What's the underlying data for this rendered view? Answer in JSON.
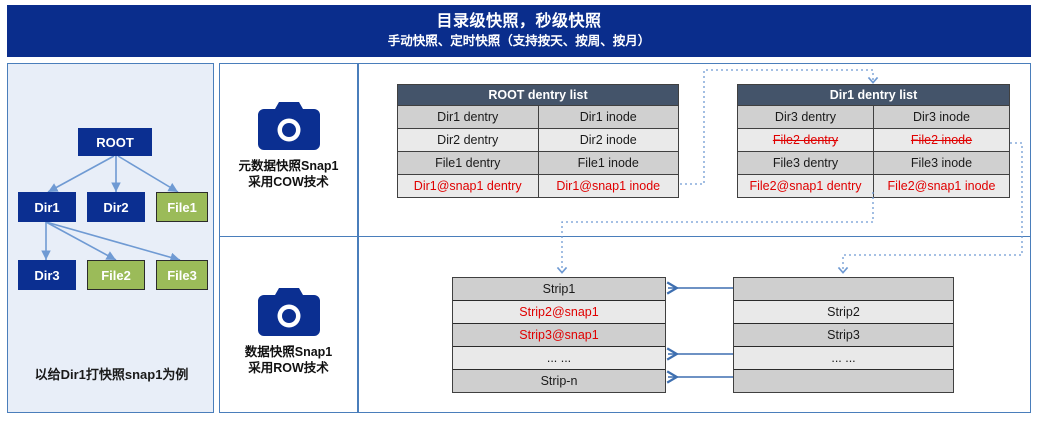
{
  "banner": {
    "title": "目录级快照，秒级快照",
    "subtitle": "手动快照、定时快照（支持按天、按周、按月）"
  },
  "colors": {
    "banner_bg": "#0a2d8c",
    "panel_border": "#4a7ebb",
    "panel_left_bg": "#e8eef8",
    "dir_node": "#0b2f91",
    "file_node": "#9bbb59",
    "table_header": "#44546a",
    "highlight_red": "#e00000",
    "arrow_blue": "#4a7ebb"
  },
  "tree": {
    "caption": "以给Dir1打快照snap1为例",
    "nodes": [
      {
        "id": "root",
        "label": "ROOT",
        "kind": "dir"
      },
      {
        "id": "dir1",
        "label": "Dir1",
        "kind": "dir"
      },
      {
        "id": "dir2",
        "label": "Dir2",
        "kind": "dir"
      },
      {
        "id": "file1",
        "label": "File1",
        "kind": "file"
      },
      {
        "id": "dir3",
        "label": "Dir3",
        "kind": "dir"
      },
      {
        "id": "file2",
        "label": "File2",
        "kind": "file"
      },
      {
        "id": "file3",
        "label": "File3",
        "kind": "file"
      }
    ]
  },
  "icons": {
    "meta": {
      "glyph": "camera-icon",
      "line1": "元数据快照Snap1",
      "line2": "采用COW技术"
    },
    "data": {
      "glyph": "camera-icon",
      "line1": "数据快照Snap1",
      "line2": "采用ROW技术"
    }
  },
  "root_dentry_table": {
    "header": "ROOT dentry list",
    "rows": [
      {
        "dentry": "Dir1 dentry",
        "inode": "Dir1 inode",
        "style": "normal"
      },
      {
        "dentry": "Dir2 dentry",
        "inode": "Dir2 inode",
        "style": "normal"
      },
      {
        "dentry": "File1 dentry",
        "inode": "File1 inode",
        "style": "normal"
      },
      {
        "dentry": "Dir1@snap1 dentry",
        "inode": "Dir1@snap1 inode",
        "style": "red"
      }
    ]
  },
  "dir1_dentry_table": {
    "header": "Dir1 dentry list",
    "rows": [
      {
        "dentry": "Dir3 dentry",
        "inode": "Dir3 inode",
        "style": "normal"
      },
      {
        "dentry": "File2 dentry",
        "inode": "File2 inode",
        "style": "strike"
      },
      {
        "dentry": "File3 dentry",
        "inode": "File3 inode",
        "style": "normal"
      },
      {
        "dentry": "File2@snap1 dentry",
        "inode": "File2@snap1 inode",
        "style": "red"
      }
    ]
  },
  "strip_table_left": {
    "rows": [
      {
        "label": "Strip1",
        "style": "normal"
      },
      {
        "label": "Strip2@snap1",
        "style": "red"
      },
      {
        "label": "Strip3@snap1",
        "style": "red"
      },
      {
        "label": "... ...",
        "style": "normal"
      },
      {
        "label": "Strip-n",
        "style": "normal"
      }
    ]
  },
  "strip_table_right": {
    "rows": [
      {
        "label": "",
        "style": "normal"
      },
      {
        "label": "Strip2",
        "style": "normal"
      },
      {
        "label": "Strip3",
        "style": "normal"
      },
      {
        "label": "... ...",
        "style": "normal"
      },
      {
        "label": "",
        "style": "normal"
      }
    ]
  }
}
